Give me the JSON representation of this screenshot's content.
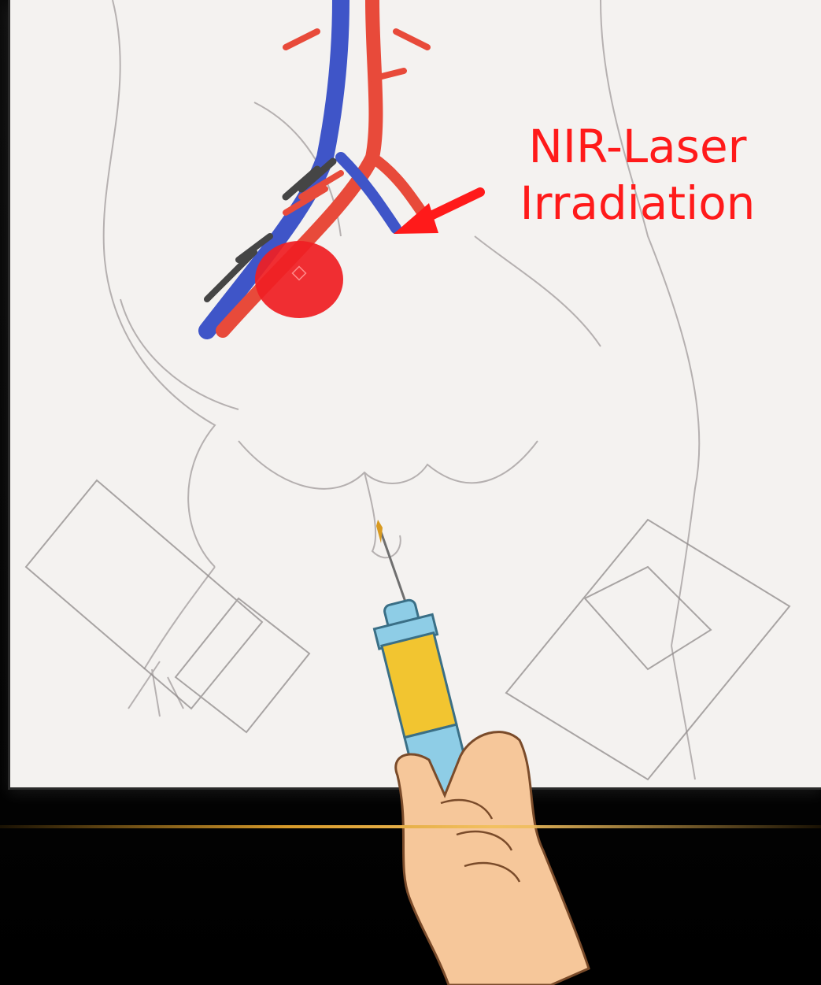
{
  "annotation": {
    "label_line1": "NIR-Laser",
    "label_line2": "Irradiation"
  },
  "colors": {
    "label": "#ff1a1a",
    "arrow": "#ff1a1a",
    "laser_spot": "#ef1f24",
    "artery": "#e84a3a",
    "vein": "#3f55c8",
    "nerve": "#454545",
    "syringe_barrel": "#f2c530",
    "syringe_body": "#8ecde6",
    "hand": "#f6c79a",
    "gold_rule": "#d79a2a"
  },
  "icons": {
    "laser_spot": "red-circle",
    "arrow": "red-arrow",
    "syringe": "syringe-icon",
    "hand": "hand-icon"
  }
}
